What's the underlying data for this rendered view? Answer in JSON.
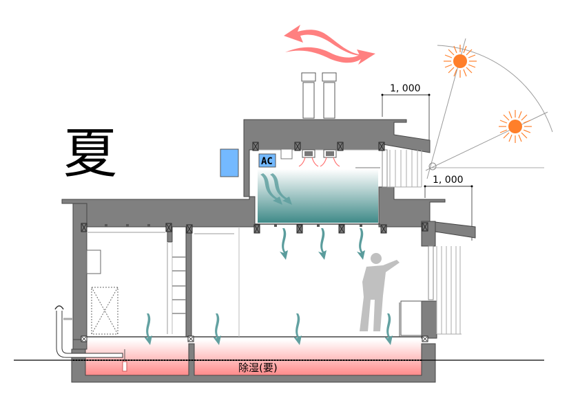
{
  "diagram": {
    "season_label": "夏",
    "dimensions": {
      "eave_upper": "1, 000",
      "eave_lower": "1, 000"
    },
    "ac_label": "AC",
    "crawlspace_label": "除湿(要)",
    "colors": {
      "wall": "#808080",
      "wall_dark": "#555555",
      "cool_air": "#5a9c9c",
      "cool_gradient_top": "#ffffff",
      "cool_gradient_bottom": "#3f8a88",
      "warm_gradient_top": "#ffffff",
      "warm_gradient_bottom": "#ff8c8c",
      "wind_arrow": "#ff8080",
      "sun": "#ff7f2a",
      "ac_unit": "#74b9ff",
      "person": "#c0c0c0"
    },
    "suns": [
      {
        "name": "summer-sun-high"
      },
      {
        "name": "sun-low"
      }
    ]
  }
}
